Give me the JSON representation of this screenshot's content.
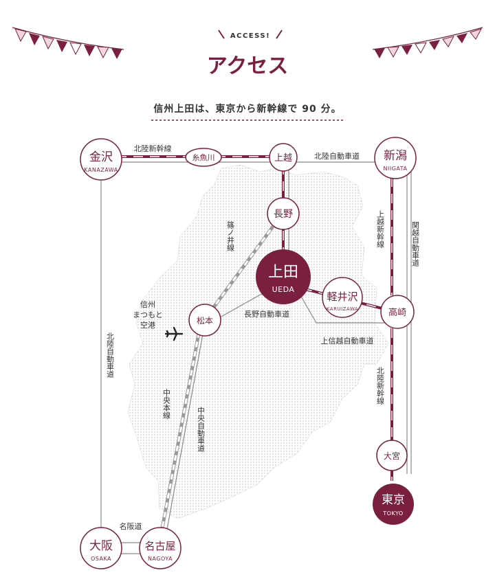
{
  "header": {
    "eyebrow": "ACCESS!",
    "title": "アクセス",
    "tagline": "信州上田は、東京から新幹線で 90 分。"
  },
  "colors": {
    "accent": "#7a1f3f",
    "line": "#888888",
    "region": "#d9d9d9"
  },
  "stations": {
    "kanazawa": {
      "name": "金沢",
      "en": "KANAZAWA"
    },
    "itoigawa": {
      "name": "糸魚川"
    },
    "joetsu": {
      "name": "上越"
    },
    "niigata": {
      "name": "新潟",
      "en": "NIIGATA"
    },
    "nagano": {
      "name": "長野"
    },
    "ueda": {
      "name": "上田",
      "en": "UEDA"
    },
    "karuizawa": {
      "name": "軽井沢",
      "en": "KARUIZAWA"
    },
    "takasaki": {
      "name": "高崎"
    },
    "matsumoto": {
      "name": "松本"
    },
    "omiya": {
      "name": "大宮"
    },
    "tokyo": {
      "name": "東京",
      "en": "TOKYO"
    },
    "osaka": {
      "name": "大阪",
      "en": "OSAKA"
    },
    "nagoya": {
      "name": "名古屋",
      "en": "NAGOYA"
    }
  },
  "routes": {
    "hokuriku_shinkansen_top": "北陸新幹線",
    "hokuriku_expressway_top": "北陸自動車道",
    "joetsu_shinkansen": "上越新幹線",
    "kanetsu_expressway": "関越自動車道",
    "shinonoi_line": "篠ノ井線",
    "nagano_expressway": "長野自動車道",
    "joshinetsu_expressway": "上信越自動車道",
    "hokuriku_expressway_left": "北陸自動車道",
    "hokuriku_shinkansen_right": "北陸新幹線",
    "chuo_main_line": "中央本線",
    "chuo_expressway": "中央自動車道",
    "meihan_expressway": "名阪道"
  },
  "airport": {
    "label_line1": "信州",
    "label_line2": "まつもと",
    "label_line3": "空港",
    "icon": "airplane-icon"
  }
}
